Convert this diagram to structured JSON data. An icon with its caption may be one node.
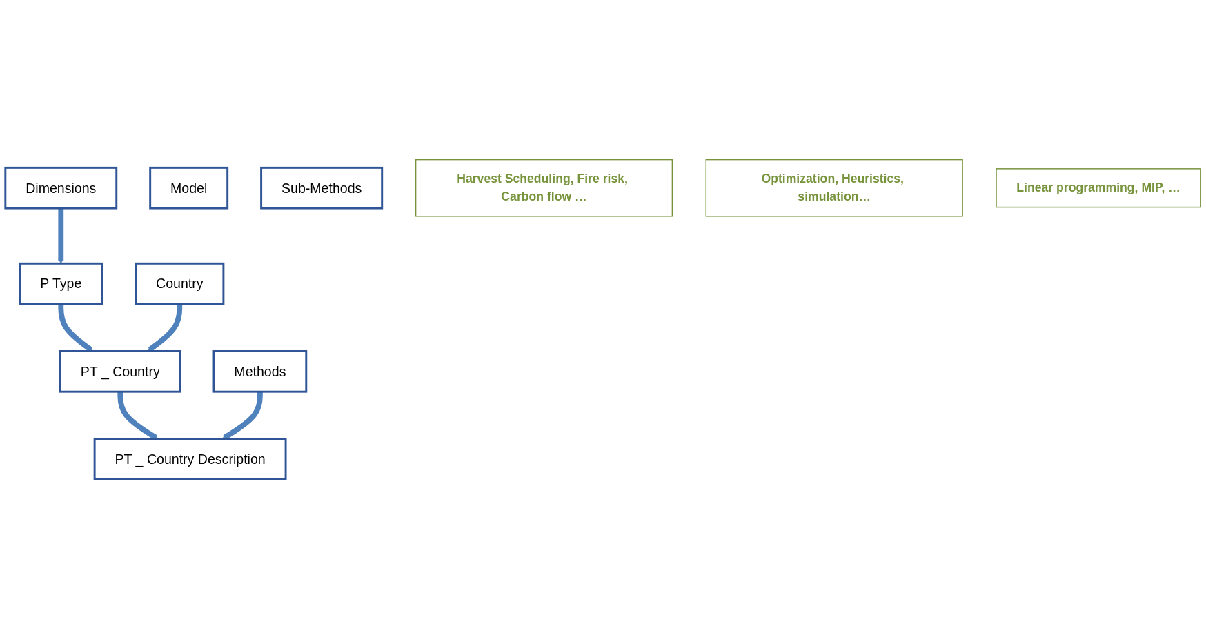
{
  "diagram": {
    "nodes": [
      {
        "text": [
          "Dimensions"
        ]
      },
      {
        "text": [
          "P Type"
        ]
      },
      {
        "text": [
          "Country"
        ]
      },
      {
        "text": [
          "PT _ Country"
        ]
      },
      {
        "text": [
          "PT _ Country Description"
        ]
      },
      {
        "text": [
          "Model"
        ]
      },
      {
        "text": [
          "Methods"
        ]
      },
      {
        "text": [
          "Sub-Methods"
        ]
      },
      {
        "text": [
          "Harvest Scheduling, Fire risk, Carbon flow …"
        ]
      },
      {
        "text": [
          "Optimization, Heuristics, simulation…"
        ]
      },
      {
        "text": [
          "Linear programming, MIP, …"
        ]
      }
    ],
    "edges": [
      {
        "from": 0,
        "to": 1,
        "arrow": "to"
      },
      {
        "from": 1,
        "to": 3,
        "arrow": "to"
      },
      {
        "from": 2,
        "to": 3,
        "arrow": "to"
      },
      {
        "from": 3,
        "to": 4,
        "arrow": "to"
      },
      {
        "from": 6,
        "to": 4,
        "arrow": "to"
      }
    ]
  }
}
